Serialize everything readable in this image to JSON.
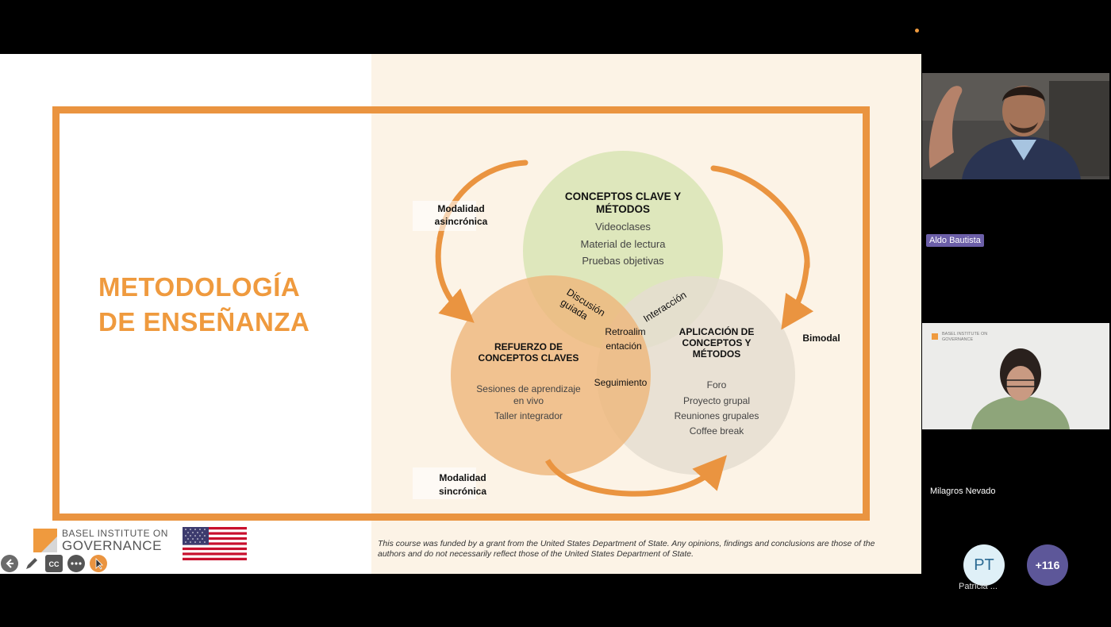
{
  "slide": {
    "title_line1": "METODOLOGÍA",
    "title_line2": "DE ENSEÑANZA",
    "circles": {
      "top": {
        "title_line1": "CONCEPTOS CLAVE Y",
        "title_line2": "MÉTODOS",
        "items": [
          "Videoclases",
          "Material de lectura",
          "Pruebas objetivas"
        ]
      },
      "left": {
        "title_line1": "REFUERZO DE",
        "title_line2": "CONCEPTOS CLAVES",
        "items": [
          "Sesiones de aprendizaje",
          "en vivo",
          "Taller integrador"
        ]
      },
      "right": {
        "title_line1": "APLICACIÓN DE",
        "title_line2": "CONCEPTOS Y",
        "title_line3": "MÉTODOS",
        "items": [
          "Foro",
          "Proyecto grupal",
          "Reuniones grupales",
          "Coffee break"
        ]
      }
    },
    "overlaps": {
      "top_left_line1": "Discusión",
      "top_left_line2": "guiada",
      "top_right": "Interacción",
      "center_line1": "Retroalim",
      "center_line2": "entación",
      "left_right": "Seguimiento"
    },
    "modalities": {
      "async_line1": "Modalidad",
      "async_line2": "asincrónica",
      "sync_line1": "Modalidad",
      "sync_line2": "sincrónica",
      "bimodal": "Bimodal"
    },
    "footer_note": "This course was funded by a grant from the United States Department of State. Any opinions, findings and conclusions are those of the authors and do not necessarily reflect those of the United States Department of State.",
    "logo": {
      "line1": "BASEL INSTITUTE ON",
      "line2": "GOVERNANCE"
    },
    "toolbar_icons": [
      "back-arrow-icon",
      "pen-icon",
      "closed-captions-icon",
      "more-options-icon",
      "pointer-icon"
    ]
  },
  "participants": {
    "speaker_name": "Aldo Bautista",
    "second_name": "Milagros Nevado",
    "second_tile_logo_line1": "BASEL INSTITUTE ON",
    "second_tile_logo_line2": "GOVERNANCE",
    "avatar_initials": "PT",
    "avatar_name": "Patricia ...",
    "more_count": "+116"
  },
  "colors": {
    "accent_orange": "#ea9440",
    "title_orange": "#ef9a3e",
    "circle_green": "#dbe6b8",
    "circle_orange": "#eeb77d",
    "circle_grey": "#e8e2d8",
    "name_tag_bg": "#6c5fa8",
    "avatar_light_blue": "#dff0f7",
    "avatar_purple": "#5d5799"
  }
}
